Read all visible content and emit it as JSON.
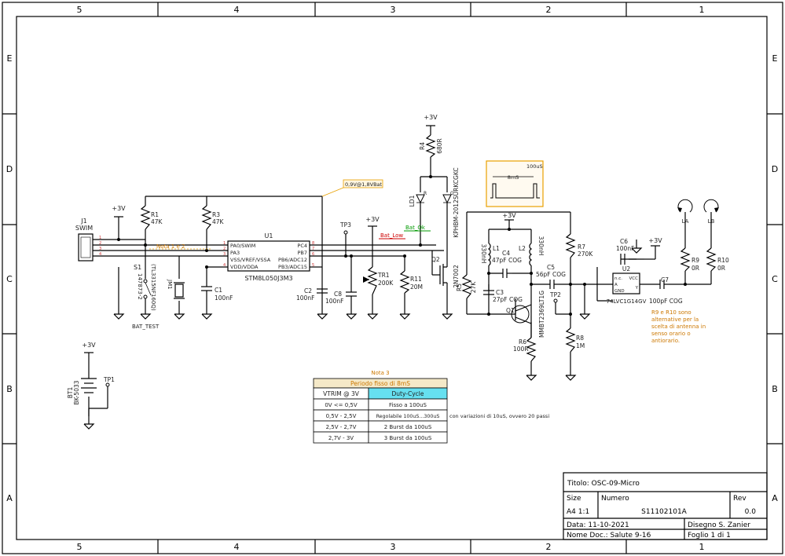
{
  "border": {
    "columns": [
      "5",
      "4",
      "3",
      "2",
      "1"
    ],
    "rows": [
      "E",
      "D",
      "C",
      "B",
      "A"
    ]
  },
  "components": {
    "j1": {
      "ref": "J1",
      "value": "SWIM",
      "pins": [
        "1",
        "2",
        "3",
        "4"
      ]
    },
    "r1": {
      "ref": "R1",
      "value": "47K"
    },
    "r3": {
      "ref": "R3",
      "value": "47K"
    },
    "u1": {
      "ref": "U1",
      "value": "STM8L050J3M3",
      "left_pins": [
        "PA0/SWIM",
        "PA3",
        "VSS/VREF/VSSA",
        "VDD/VDDA"
      ],
      "right_pins": [
        "PC4",
        "PB7",
        "PB6/ADC12",
        "PB3/ADC15"
      ],
      "left_nums": [
        "1",
        "2",
        "3",
        "4"
      ],
      "right_nums": [
        "8",
        "7",
        "6",
        "5"
      ]
    },
    "s1": {
      "ref": "S1",
      "value": "147873-2",
      "value2": "(TL3315NF160Q)",
      "label": "BAT_TEST"
    },
    "jm1": {
      "ref": "JM1"
    },
    "c1": {
      "ref": "C1",
      "value": "100nF"
    },
    "c2": {
      "ref": "C2",
      "value": "100nF"
    },
    "c8": {
      "ref": "C8",
      "value": "100nF"
    },
    "tp3": {
      "ref": "TP3"
    },
    "tr1": {
      "ref": "TR1",
      "value": "200K"
    },
    "r11": {
      "ref": "R11",
      "value": "20M"
    },
    "r4": {
      "ref": "R4",
      "value": "680R"
    },
    "ld1": {
      "ref": "LD1",
      "value": "KPHBM-2012SURKCGKC",
      "r": "R",
      "g": "G"
    },
    "q2": {
      "ref": "Q2",
      "value": "2N7002"
    },
    "r5": {
      "ref": "R5",
      "value": "27K"
    },
    "l1": {
      "ref": "L1",
      "value": "330nH"
    },
    "l2": {
      "ref": "L2",
      "value": "330nH"
    },
    "c4": {
      "ref": "C4",
      "value": "47pF COG"
    },
    "c3": {
      "ref": "C3",
      "value": "27pF COG"
    },
    "q1": {
      "ref": "Q1",
      "value": "MMBT2369LT1G"
    },
    "r6": {
      "ref": "R6",
      "value": "100R"
    },
    "r7": {
      "ref": "R7",
      "value": "270K"
    },
    "c5": {
      "ref": "C5",
      "value": "56pF COG"
    },
    "tp2": {
      "ref": "TP2"
    },
    "r8": {
      "ref": "R8",
      "value": "1M"
    },
    "c6": {
      "ref": "C6",
      "value": "100nF"
    },
    "u2": {
      "ref": "U2",
      "value": "74LVC1G14GV",
      "pins": [
        "n.c.",
        "VCC",
        "A",
        "GND",
        "Y"
      ]
    },
    "c7": {
      "ref": "C7",
      "value": "100pF COG"
    },
    "la": {
      "ref": "LA"
    },
    "lb": {
      "ref": "LB"
    },
    "r9": {
      "ref": "R9",
      "value": "0R"
    },
    "r10": {
      "ref": "R10",
      "value": "0R"
    },
    "bt1": {
      "ref": "BT1",
      "value": "BK-5033"
    },
    "tp1": {
      "ref": "TP1"
    }
  },
  "supply": {
    "plus3v": "+3V"
  },
  "nets": {
    "bat_low": "Bat_Low",
    "bat_ok": "Bat_Ok",
    "vref_note": "0,9V@1,8VBat"
  },
  "notes": {
    "nota12": "Nota 1 e 2",
    "nota3_title": "Nota 3",
    "antenna_note": [
      "R9 e R10 sono",
      "alternative per la",
      "scelta di antenna in",
      "senso orario o",
      "antiorario."
    ],
    "pulse_period": "8mS",
    "pulse_width": "100uS"
  },
  "table": {
    "title": "Periodo fisso di 8mS",
    "headers": [
      "VTRIM @ 3V",
      "Duty-Cycle"
    ],
    "rows": [
      [
        "0V <= 0,5V",
        "Fisso a 100uS"
      ],
      [
        "0,5V - 2,5V",
        "Regolabile 100uS...300uS"
      ],
      [
        "2,5V - 2,7V",
        "2 Burst da 100uS"
      ],
      [
        "2,7V - 3V",
        "3 Burst da 100uS"
      ]
    ],
    "overflow": "con variazioni di 10uS, ovvero 20 passi"
  },
  "title_block": {
    "titolo": "Titolo: OSC-09-Micro",
    "size_label": "Size",
    "size_value": "A4 1:1",
    "numero_label": "Numero",
    "numero_value": "S11102101A",
    "rev_label": "Rev",
    "rev_value": "0.0",
    "data": "Data: 11-10-2021",
    "disegno": "Disegno S. Zanier",
    "nome_doc": "Nome Doc.: Salute 9-16",
    "foglio": "Foglio 1 di 1"
  },
  "colors": {
    "note_orange": "#e8a000",
    "note_text": "#cc7700",
    "table_header_cyan": "#66e0f0",
    "bat_ok_green": "#009900",
    "bat_low_red": "#cc0000"
  }
}
